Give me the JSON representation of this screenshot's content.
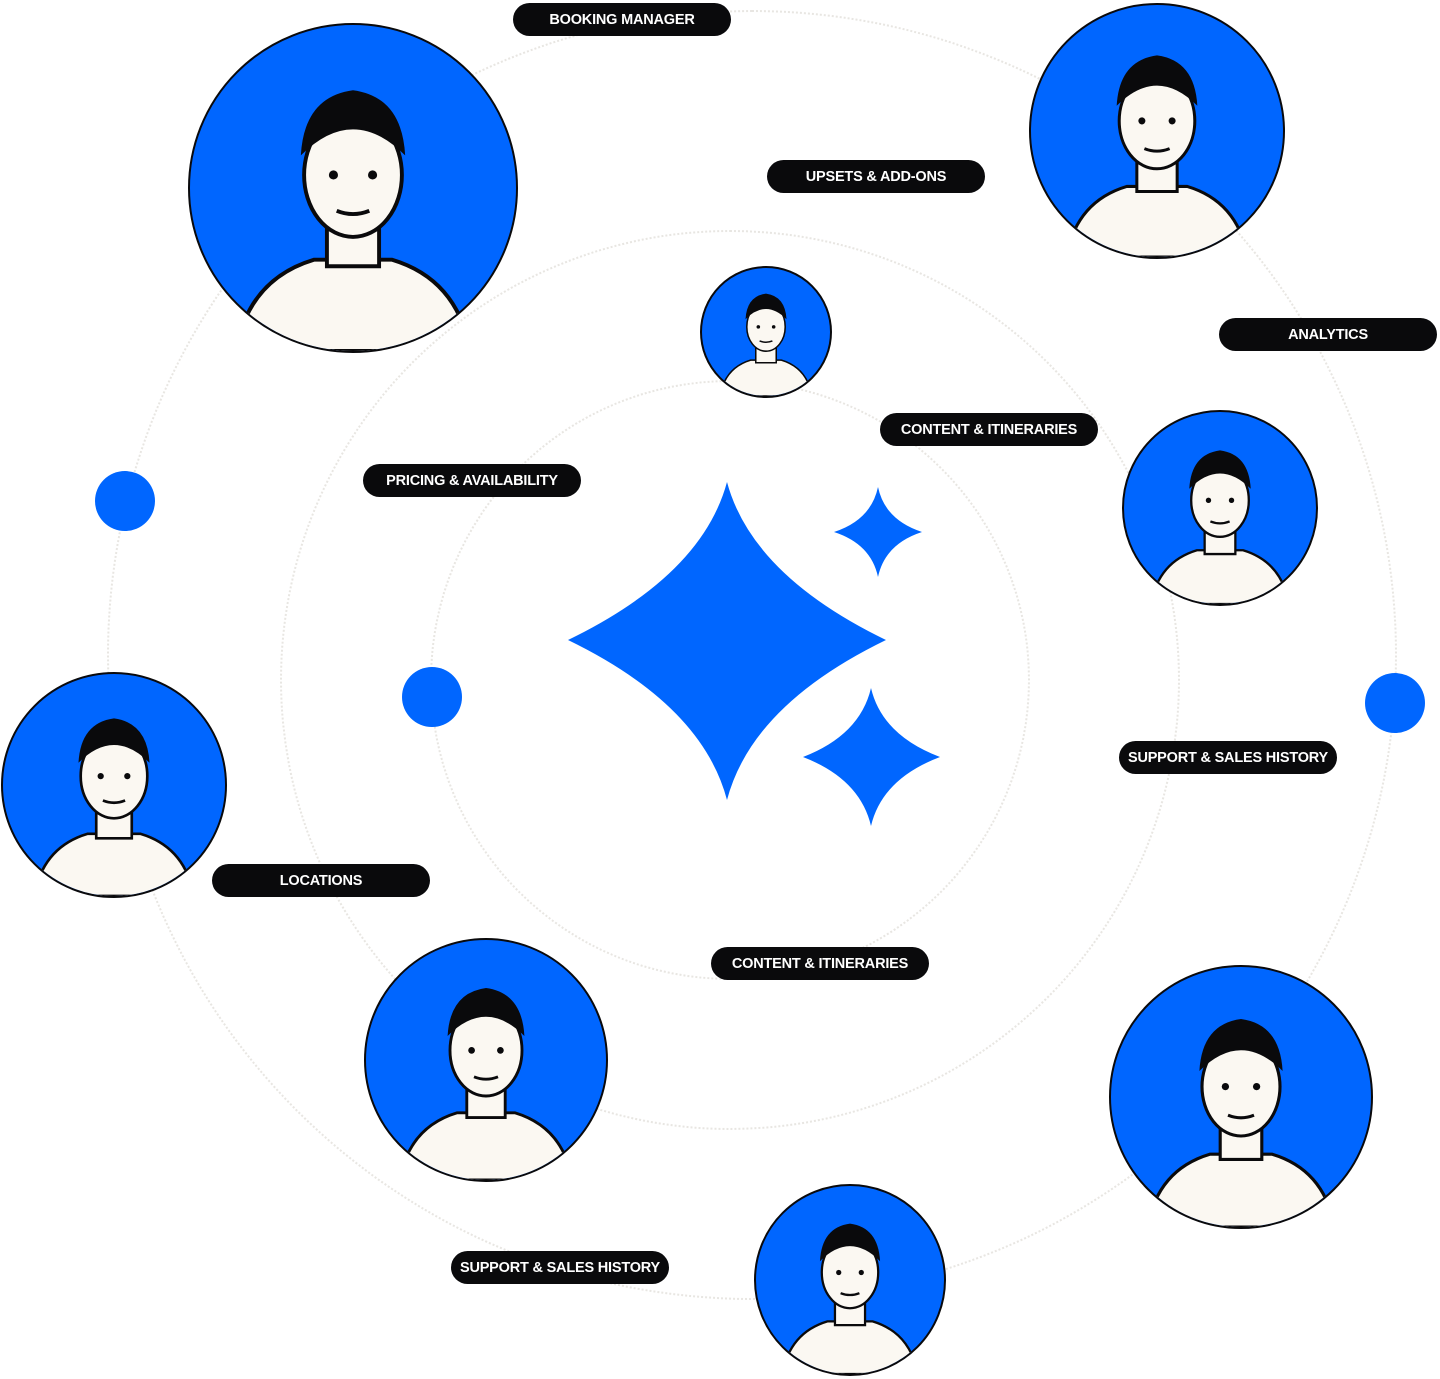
{
  "colors": {
    "accent": "#0066FF",
    "label_bg": "#0A0A0C",
    "label_text": "#FFFFFF"
  },
  "labels": {
    "booking_manager": "BOOKING MANAGER",
    "upsets_addons": "UPSETS & ADD-ONS",
    "analytics": "ANALYTICS",
    "content_itineraries_1": "CONTENT & ITINERARIES",
    "pricing_availability": "PRICING & AVAILABILITY",
    "support_sales_history_1": "SUPPORT & SALES HISTORY",
    "locations": "LOCATIONS",
    "content_itineraries_2": "CONTENT & ITINERARIES",
    "support_sales_history_2": "SUPPORT & SALES HISTORY"
  },
  "icons": {
    "center": "sparkle-icon"
  }
}
